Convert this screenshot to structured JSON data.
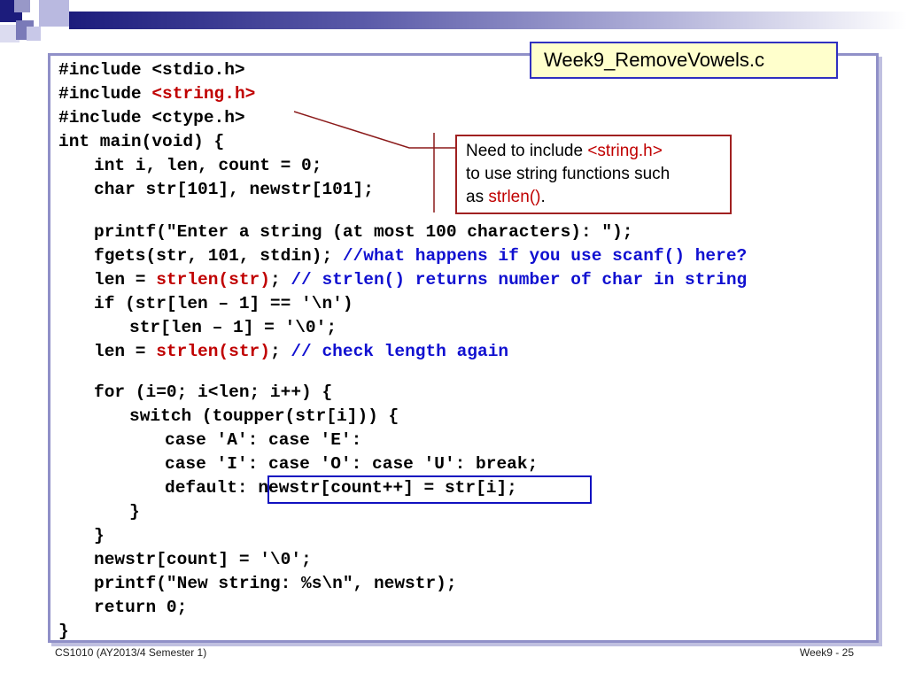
{
  "title": "Week9_RemoveVowels.c",
  "callout": {
    "line1_prefix": "Need to include ",
    "line1_highlight": "<string.h>",
    "line2": "to use string functions such",
    "line3_prefix": "as ",
    "line3_highlight": "strlen()",
    "line3_suffix": "."
  },
  "code": {
    "l1": "#include <stdio.h>",
    "l2_prefix": "#include ",
    "l2_highlight": "<string.h>",
    "l3": "#include <ctype.h>",
    "l4": "int main(void) {",
    "l5": "int i, len, count = 0;",
    "l6": "char str[101], newstr[101];",
    "l7": "printf(\"Enter a string (at most 100 characters): \");",
    "l8_prefix": "fgets(str, 101, stdin); ",
    "l8_comment": "//what happens if you use scanf() here?",
    "l9_prefix": "len = ",
    "l9_fn": "strlen(str)",
    "l9_mid": "; ",
    "l9_comment": "// strlen() returns number of char in string",
    "l10": "if (str[len – 1] == '\\n')",
    "l11": "str[len – 1] = '\\0';",
    "l12_prefix": "len = ",
    "l12_fn": "strlen(str)",
    "l12_mid": "; ",
    "l12_comment": "// check length again",
    "l13": "for (i=0; i<len; i++) {",
    "l14": "switch (toupper(str[i])) {",
    "l15": "case 'A': case 'E':",
    "l16": "case 'I': case 'O': case 'U': break;",
    "l17_prefix": "default: ",
    "l17_boxed": "newstr[count++] = str[i];",
    "l18": "}",
    "l19": "}",
    "l20": "newstr[count] = '\\0';",
    "l21": "printf(\"New string: %s\\n\", newstr);",
    "l22": "return 0;",
    "l23": "}"
  },
  "footer": {
    "left": "CS1010 (AY2013/4 Semester 1)",
    "right": "Week9 - 25"
  },
  "colors": {
    "keyword_red": "#c00000",
    "comment_blue": "#1010d0",
    "title_bg": "#ffffcc"
  }
}
